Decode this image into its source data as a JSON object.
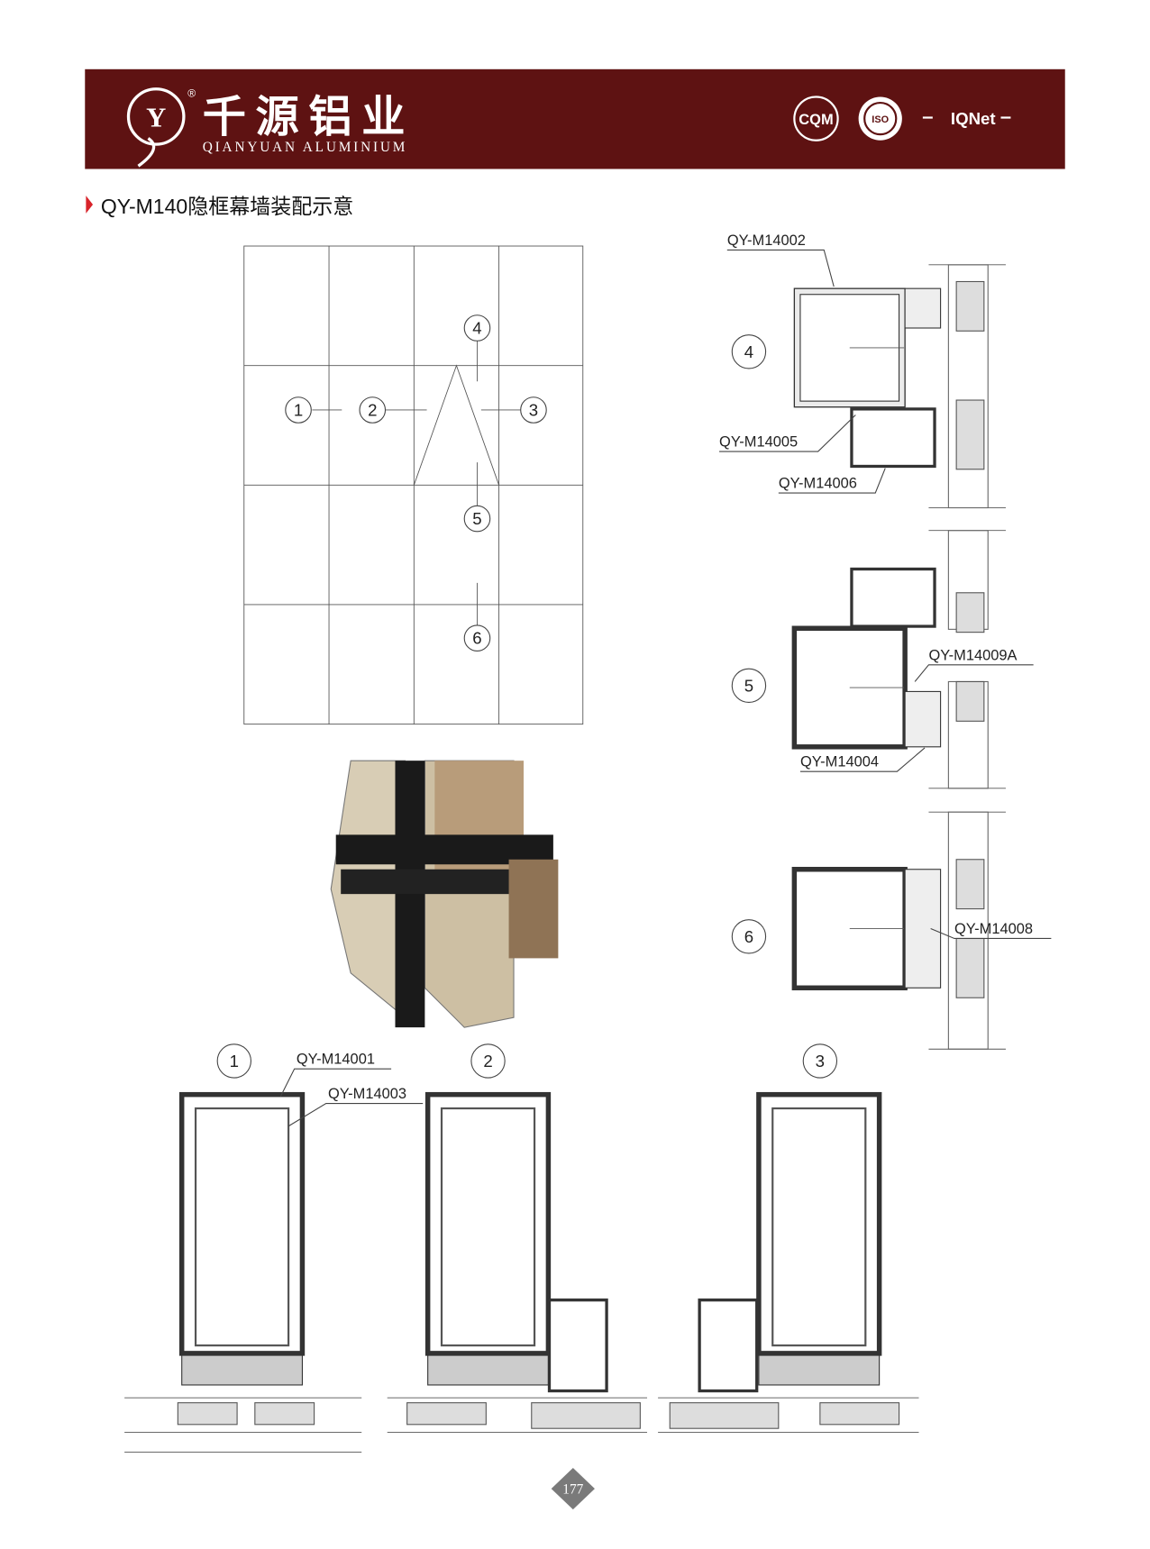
{
  "header": {
    "brand_cn": "千源铝业",
    "brand_en": "QIANYUAN ALUMINIUM",
    "registered": "®",
    "cert_logos": [
      "CQM",
      "ISO",
      "IQNet"
    ],
    "bg_color": "#5e1212"
  },
  "section_title": "QY-M140隐框幕墙装配示意",
  "accent_color": "#d8232a",
  "elevation": {
    "markers": [
      "1",
      "2",
      "3",
      "4",
      "5",
      "6"
    ]
  },
  "details": {
    "d4": {
      "number": "4",
      "labels": [
        "QY-M14002",
        "QY-M14005",
        "QY-M14006"
      ]
    },
    "d5": {
      "number": "5",
      "labels": [
        "QY-M14009A",
        "QY-M14004"
      ]
    },
    "d6": {
      "number": "6",
      "labels": [
        "QY-M14008"
      ]
    }
  },
  "sections": {
    "s1": {
      "number": "1",
      "labels": [
        "QY-M14001",
        "QY-M14003"
      ]
    },
    "s2": {
      "number": "2"
    },
    "s3": {
      "number": "3"
    }
  },
  "page_number": "177"
}
